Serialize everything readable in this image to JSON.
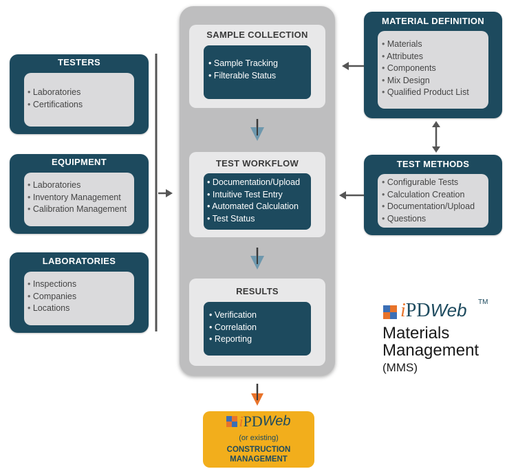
{
  "testers": {
    "title": "TESTERS",
    "items": [
      "Laboratories",
      "Certifications"
    ]
  },
  "equipment": {
    "title": "EQUIPMENT",
    "items": [
      "Laboratories",
      "Inventory Management",
      "Calibration Management"
    ]
  },
  "laboratories": {
    "title": "LABORATORIES",
    "items": [
      "Inspections",
      "Companies",
      "Locations"
    ]
  },
  "sample_collection": {
    "title": "SAMPLE COLLECTION",
    "items": [
      "Sample Tracking",
      "Filterable Status"
    ]
  },
  "test_workflow": {
    "title": "TEST WORKFLOW",
    "items": [
      "Documentation/Upload",
      "Intuitive Test Entry",
      "Automated Calculation",
      "Test Status"
    ]
  },
  "results": {
    "title": "RESULTS",
    "items": [
      "Verification",
      "Correlation",
      "Reporting"
    ]
  },
  "material_definition": {
    "title": "MATERIAL DEFINITION",
    "items": [
      "Materials",
      "Attributes",
      "Components",
      "Mix Design",
      "Qualified Product List"
    ]
  },
  "test_methods": {
    "title": "TEST METHODS",
    "items": [
      "Configurable Tests",
      "Calculation Creation",
      "Documentation/Upload",
      "Questions"
    ]
  },
  "brand": {
    "logo_i": "i",
    "logo_pd": "PD",
    "logo_web": "Web",
    "tm": "TM",
    "line1": "Materials",
    "line2": "Management",
    "line3": "(MMS)"
  },
  "construction": {
    "logo_i": "i",
    "logo_pd": "PD",
    "logo_web": "Web",
    "subtitle": "(or existing)",
    "line1": "CONSTRUCTION",
    "line2": "MANAGEMENT"
  },
  "colors": {
    "dark_teal": "#1d4a5e",
    "light_gray": "#dadadc",
    "panel_gray": "#bebebf",
    "arrow_blue": "#6e98ad",
    "arrow_orange": "#e8732a",
    "construction_gold": "#f2ae1c"
  }
}
